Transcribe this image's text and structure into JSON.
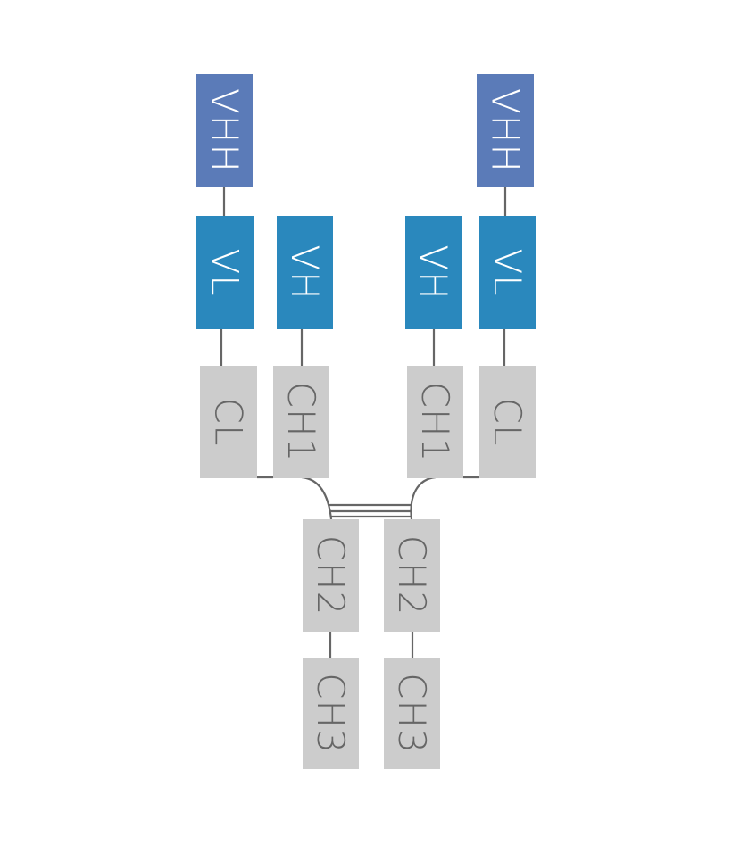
{
  "colors": {
    "vhh": "#5b7bb8",
    "variable": "#2a88bd",
    "constant": "#cccccc",
    "text_light": "#ffffff",
    "text_dark": "#666666",
    "connector": "#666666"
  },
  "domains": {
    "vhh_left": "VHH",
    "vl_left": "VL",
    "vh_left": "VH",
    "cl_left": "CL",
    "ch1_left": "CH1",
    "vhh_right": "VHH",
    "vl_right": "VL",
    "vh_right": "VH",
    "cl_right": "CL",
    "ch1_right": "CH1",
    "ch2_left": "CH2",
    "ch3_left": "CH3",
    "ch2_right": "CH2",
    "ch3_right": "CH3"
  }
}
